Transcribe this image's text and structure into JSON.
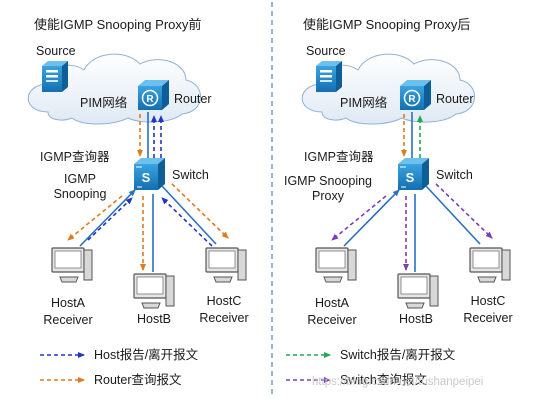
{
  "left": {
    "title": "使能IGMP Snooping Proxy前",
    "source": "Source",
    "pim": "PIM网络",
    "router": "Router",
    "querier": "IGMP查询器",
    "snooping": [
      "IGMP",
      "Snooping"
    ],
    "switch": "Switch",
    "hostA": [
      "HostA",
      "Receiver"
    ],
    "hostB": "HostB",
    "hostC": [
      "HostC",
      "Receiver"
    ]
  },
  "right": {
    "title": "使能IGMP Snooping Proxy后",
    "source": "Source",
    "pim": "PIM网络",
    "router": "Router",
    "querier": "IGMP查询器",
    "snooping": [
      "IGMP Snooping",
      "Proxy"
    ],
    "switch": "Switch",
    "hostA": [
      "HostA",
      "Receiver"
    ],
    "hostB": "HostB",
    "hostC": [
      "HostC",
      "Receiver"
    ]
  },
  "legend": {
    "host_report": "Host报告/离开报文",
    "router_query": "Router查询报文",
    "switch_report": "Switch报告/离开报文",
    "switch_query": "Switch查询报文"
  },
  "colors": {
    "host_report": "#2236c6",
    "router_query": "#e07a1f",
    "switch_report": "#1faa4b",
    "switch_query": "#7b3fb5",
    "link": "#2a6fbf",
    "device": "#1b84c8",
    "divider": "#4a86c8"
  },
  "icons": [
    "server-icon",
    "cloud-icon",
    "router-icon",
    "switch-icon",
    "pc-icon"
  ],
  "watermark": "https://blog.csdn.net/tushanpeipei"
}
